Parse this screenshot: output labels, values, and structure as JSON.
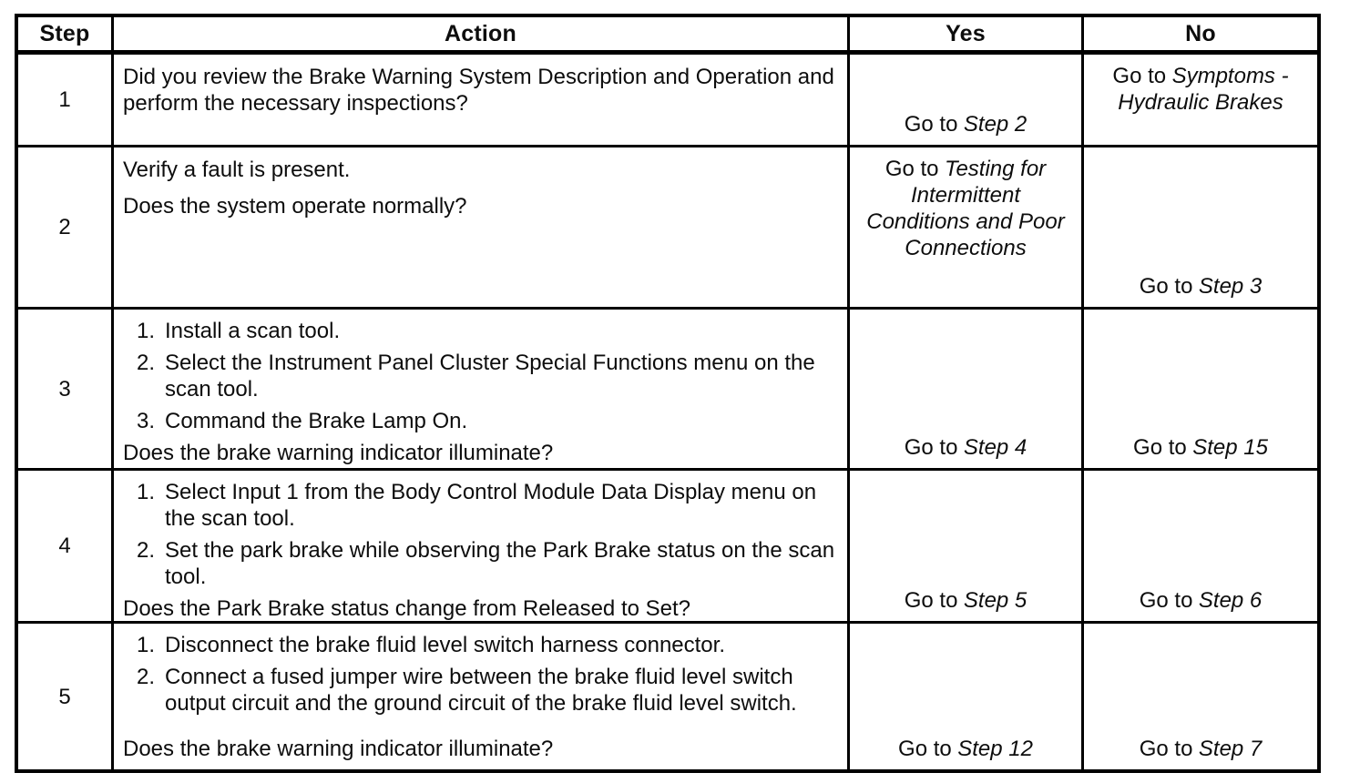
{
  "colors": {
    "ink": "#0d0d0d",
    "border": "#000000",
    "background": "#ffffff"
  },
  "header": {
    "step": "Step",
    "action": "Action",
    "yes": "Yes",
    "no": "No"
  },
  "rows": [
    {
      "step": "1",
      "paragraphs": [
        "Did you review the Brake Warning System Description and Operation and perform the necessary inspections?"
      ],
      "items": [],
      "question": null,
      "yes": {
        "pre": "Go to",
        "ref": "Step 2",
        "valign": "bottom"
      },
      "no": {
        "pre": "Go to",
        "ref": "Symptoms - Hydraulic Brakes",
        "valign": "top"
      }
    },
    {
      "step": "2",
      "paragraphs": [
        "Verify a fault is present.",
        "Does the system operate normally?"
      ],
      "items": [],
      "question": null,
      "yes": {
        "pre": "Go to",
        "ref": "Testing for Intermittent Conditions and Poor Connections",
        "valign": "top"
      },
      "no": {
        "pre": "Go to",
        "ref": "Step 3",
        "valign": "bottom"
      }
    },
    {
      "step": "3",
      "paragraphs": [],
      "items": [
        {
          "n": "1.",
          "text": "Install a scan tool."
        },
        {
          "n": "2.",
          "text": "Select the Instrument Panel Cluster Special Functions menu on the scan tool."
        },
        {
          "n": "3.",
          "text": "Command the Brake Lamp On."
        }
      ],
      "question": "Does the brake warning indicator illuminate?",
      "yes": {
        "pre": "Go to",
        "ref": "Step 4",
        "valign": "bottom"
      },
      "no": {
        "pre": "Go to",
        "ref": "Step 15",
        "valign": "bottom"
      }
    },
    {
      "step": "4",
      "paragraphs": [],
      "items": [
        {
          "n": "1.",
          "text": "Select Input 1 from the Body Control Module Data Display menu on the scan tool."
        },
        {
          "n": "2.",
          "text": "Set the park brake while observing the Park Brake status on the scan tool."
        }
      ],
      "question": "Does the Park Brake status change from Released to Set?",
      "yes": {
        "pre": "Go to",
        "ref": "Step 5",
        "valign": "bottom"
      },
      "no": {
        "pre": "Go to",
        "ref": "Step 6",
        "valign": "bottom"
      }
    },
    {
      "step": "5",
      "paragraphs": [],
      "items": [
        {
          "n": "1.",
          "text": "Disconnect the brake fluid level switch harness connector."
        },
        {
          "n": "2.",
          "text": "Connect a fused jumper wire between the brake fluid level switch output circuit and the ground circuit of the brake fluid level switch."
        }
      ],
      "question": "Does the brake warning indicator illuminate?",
      "yes": {
        "pre": "Go to",
        "ref": "Step 12",
        "valign": "bottom"
      },
      "no": {
        "pre": "Go to",
        "ref": "Step 7",
        "valign": "bottom"
      }
    }
  ]
}
